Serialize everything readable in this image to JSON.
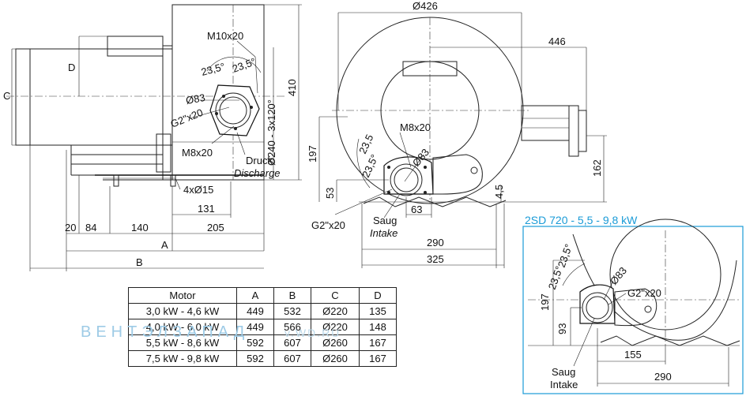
{
  "side_view": {
    "labels": {
      "thread_top": "M10x20",
      "angle_a": "23,5°",
      "angle_b": "23,5°",
      "pcd": "Ø240 - 3x120°",
      "height": "410",
      "bore": "Ø83",
      "g2": "G2\"x20",
      "m8": "M8x20",
      "druck": "Druck",
      "discharge": "Discharge",
      "holes": "4xØ15",
      "d_131": "131",
      "d_20": "20",
      "d_84": "84",
      "d_140": "140",
      "d_205": "205",
      "letter_a": "A",
      "letter_b": "B",
      "letter_c": "C",
      "letter_d": "D"
    }
  },
  "front_view": {
    "labels": {
      "diameter": "Ø426",
      "d_446": "446",
      "d_197": "197",
      "d_53": "53",
      "angle_a": "23,5",
      "angle_b": "23,5°",
      "m8": "M8x20",
      "bore": "Ø83",
      "g2": "G2\"x20",
      "d_63": "63",
      "d_45": "4,5",
      "d_162": "162",
      "saug": "Saug",
      "intake": "Intake",
      "d_290": "290",
      "d_325": "325"
    }
  },
  "inset_view": {
    "title": "2SD 720 - 5,5 - 9,8 kW",
    "title_color": "#1a9bd7",
    "labels": {
      "angle_a": "23,5°",
      "angle_b": "23,5°",
      "bore": "Ø83",
      "g2": "G2\"x20",
      "d_197": "197",
      "d_93": "93",
      "d_155": "155",
      "d_290": "290",
      "saug": "Saug",
      "intake": "Intake"
    }
  },
  "table": {
    "headers": [
      "Motor",
      "A",
      "B",
      "C",
      "D"
    ],
    "rows": [
      [
        "3,0 kW - 4,6 kW",
        "449",
        "532",
        "Ø220",
        "135"
      ],
      [
        "4,0 kW - 6,0 kW",
        "449",
        "566",
        "Ø220",
        "148"
      ],
      [
        "5,5 kW - 8,6 kW",
        "592",
        "607",
        "Ø260",
        "167"
      ],
      [
        "7,5 kW - 9,8 kW",
        "592",
        "607",
        "Ø260",
        "167"
      ]
    ]
  },
  "watermark": {
    "text": "ВЕНТЭЛЗАПАД",
    "suffix": "v.WD.RU"
  }
}
